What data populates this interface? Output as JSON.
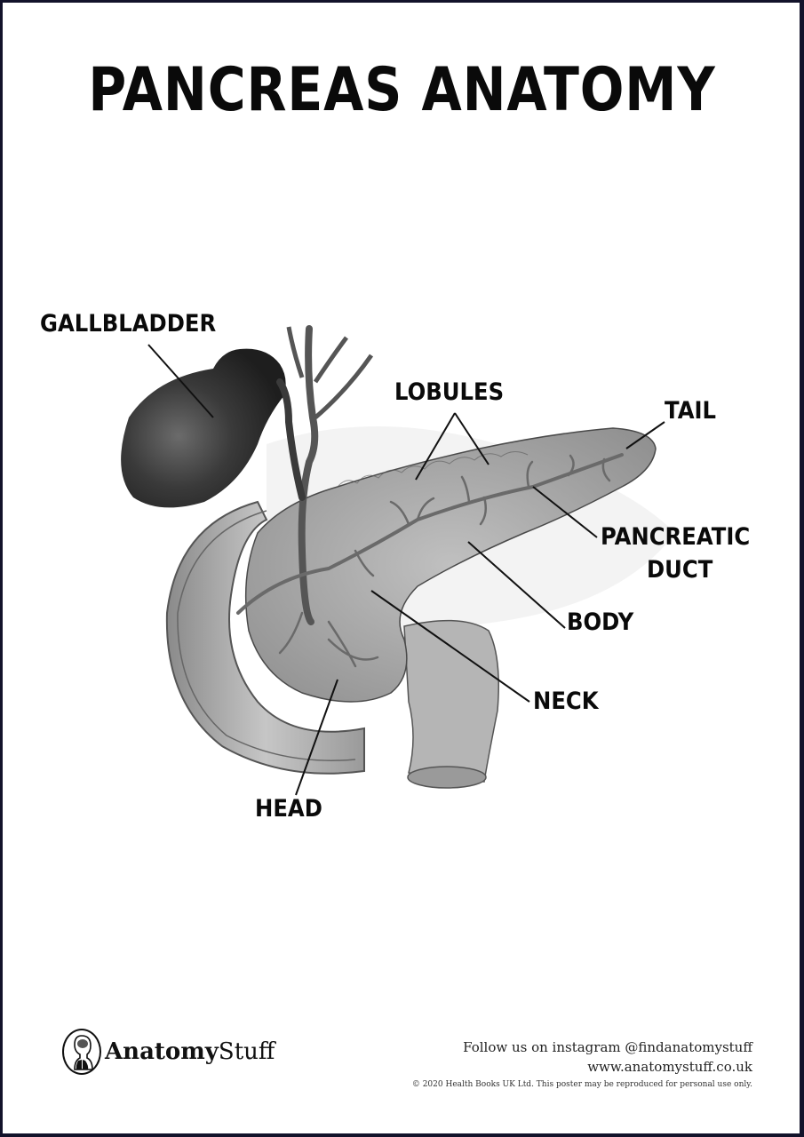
{
  "title": "PANCREAS ANATOMY",
  "labels": {
    "gallbladder": "GALLBLADDER",
    "lobules": "LOBULES",
    "tail": "TAIL",
    "pancreatic_duct_line1": "PANCREATIC",
    "pancreatic_duct_line2": "DUCT",
    "body": "BODY",
    "neck": "NECK",
    "head": "HEAD"
  },
  "colors": {
    "border": "#12122a",
    "gallbladder": "#3a3a3a",
    "pancreas": "#a8a8a8",
    "duodenum": "#b9b9b9",
    "duct": "#6a6a6a"
  },
  "logo": {
    "bold_part": "Anatomy",
    "light_part": "Stuff",
    "icon": "human-head-lungs-icon"
  },
  "footer": {
    "instagram": "Follow us on instagram @findanatomystuff",
    "website": "www.anatomystuff.co.uk",
    "copyright": "© 2020 Health Books UK Ltd. This poster may be reproduced for personal use only."
  }
}
